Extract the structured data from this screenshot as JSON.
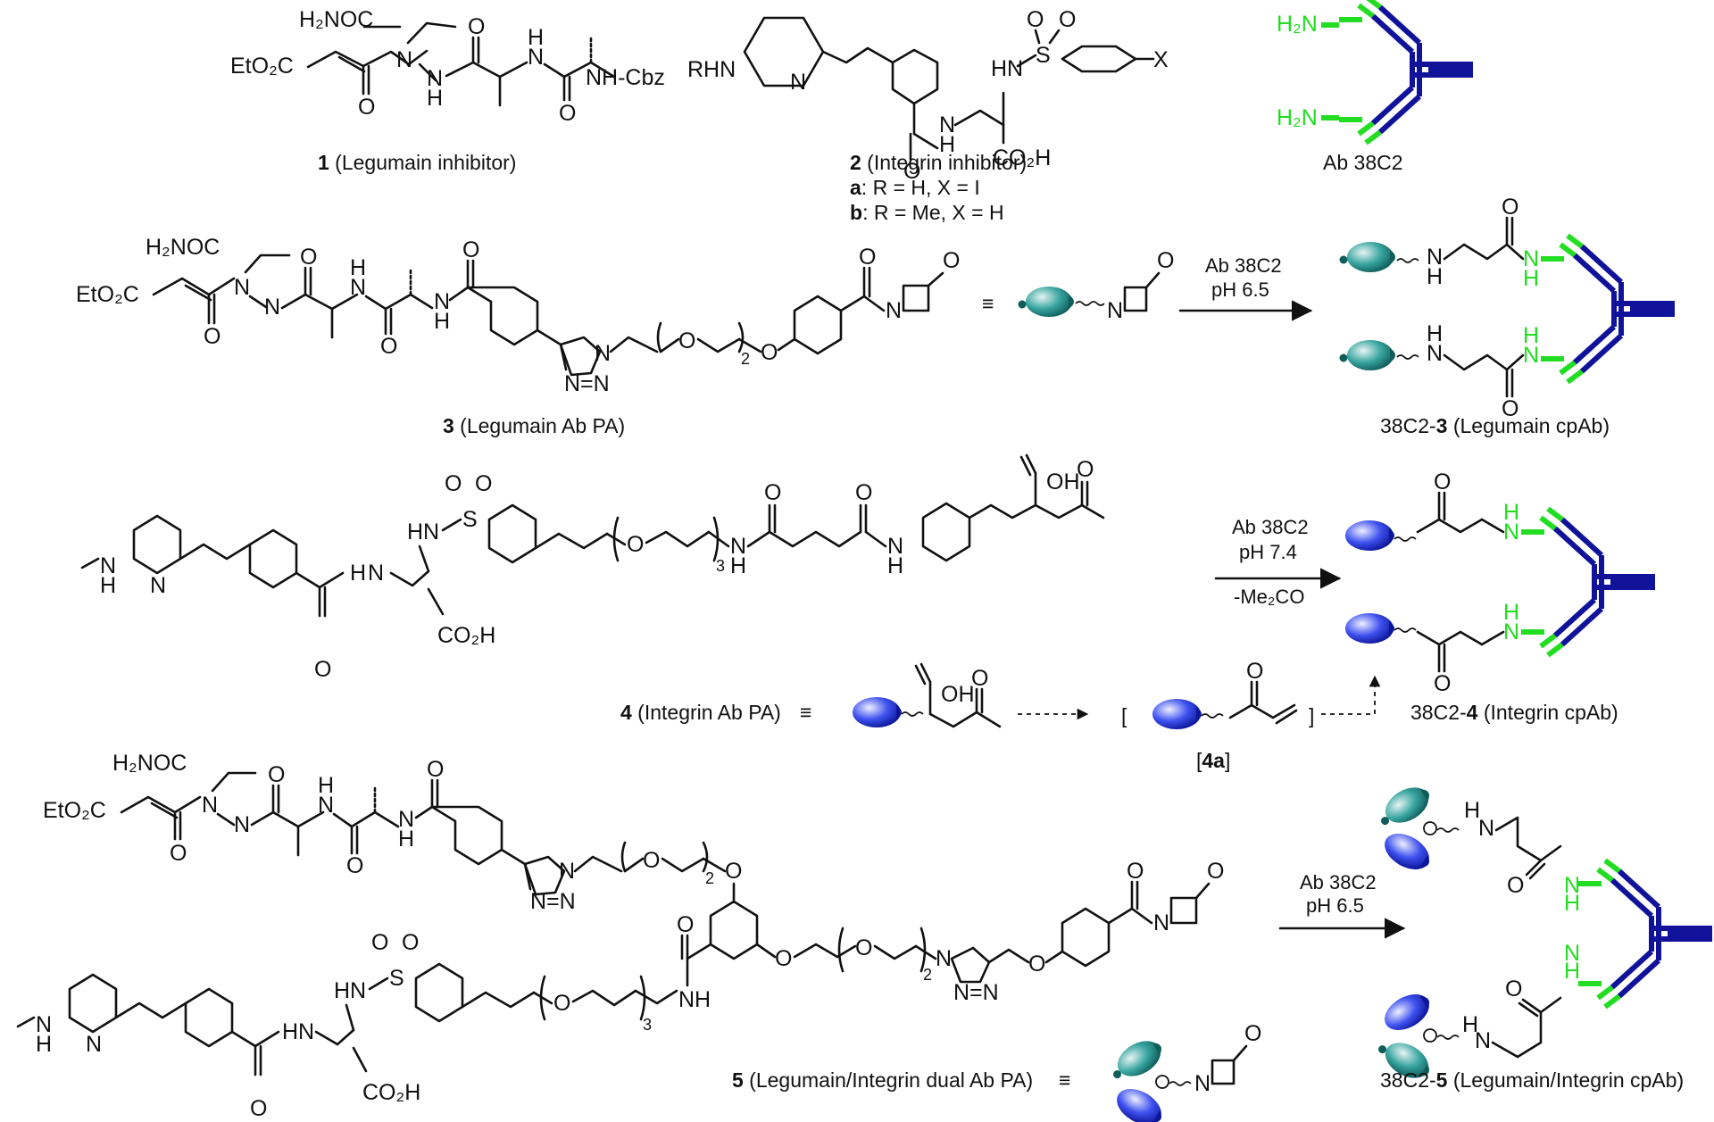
{
  "compounds": {
    "c1": {
      "number": "1",
      "desc": " (Legumain inhibitor)"
    },
    "c2": {
      "number": "2",
      "desc": " (Integrin inhibitor)",
      "variant_a": {
        "key": "a",
        "text": ": R = H,  X = I"
      },
      "variant_b": {
        "key": "b",
        "text": ": R = Me,  X = H"
      }
    },
    "ab": {
      "label": "Ab 38C2"
    },
    "c3": {
      "number": "3",
      "desc": " (Legumain Ab PA)"
    },
    "c3_product": {
      "prefix": "38C2-",
      "number": "3",
      "desc": " (Legumain cpAb)"
    },
    "c4": {
      "number": "4",
      "desc": " (Integrin Ab PA)"
    },
    "c4a": {
      "open": "[",
      "number": "4a",
      "close": "]"
    },
    "c4_product": {
      "prefix": "38C2-",
      "number": "4",
      "desc": " (Integrin cpAb)"
    },
    "c5": {
      "number": "5",
      "desc": " (Legumain/Integrin dual Ab PA)"
    },
    "c5_product": {
      "prefix": "38C2-",
      "number": "5",
      "desc": " (Legumain/Integrin cpAb)"
    }
  },
  "arrows": {
    "a1": {
      "line1": "Ab 38C2",
      "line2": "pH 6.5"
    },
    "a2": {
      "line1": "Ab 38C2",
      "line2": "pH 7.4",
      "line3": "-Me₂CO"
    },
    "a3": {
      "line1": "Ab 38C2",
      "line2": "pH 6.5"
    }
  },
  "equiv_symbol": "≡",
  "atoms": {
    "h2noc": "H₂NOC",
    "eto2c": "EtO₂C",
    "nhcbz": "NH-Cbz",
    "rhn": "RHN",
    "x": "X",
    "co2h": "CO₂H",
    "h2n": "H₂N",
    "n": "N",
    "h": "H",
    "o": "O",
    "s": "S",
    "nh": "NH",
    "hn": "HN",
    "oh": "OH",
    "nn": "N=N",
    "sub2": "2",
    "sub3": "3"
  },
  "colors": {
    "antibody_light_chain": "#22dd22",
    "antibody_heavy_chain": "#10139a",
    "legumain_drop": "#2f9a96",
    "integrin_drop": "#2a3fe0"
  }
}
